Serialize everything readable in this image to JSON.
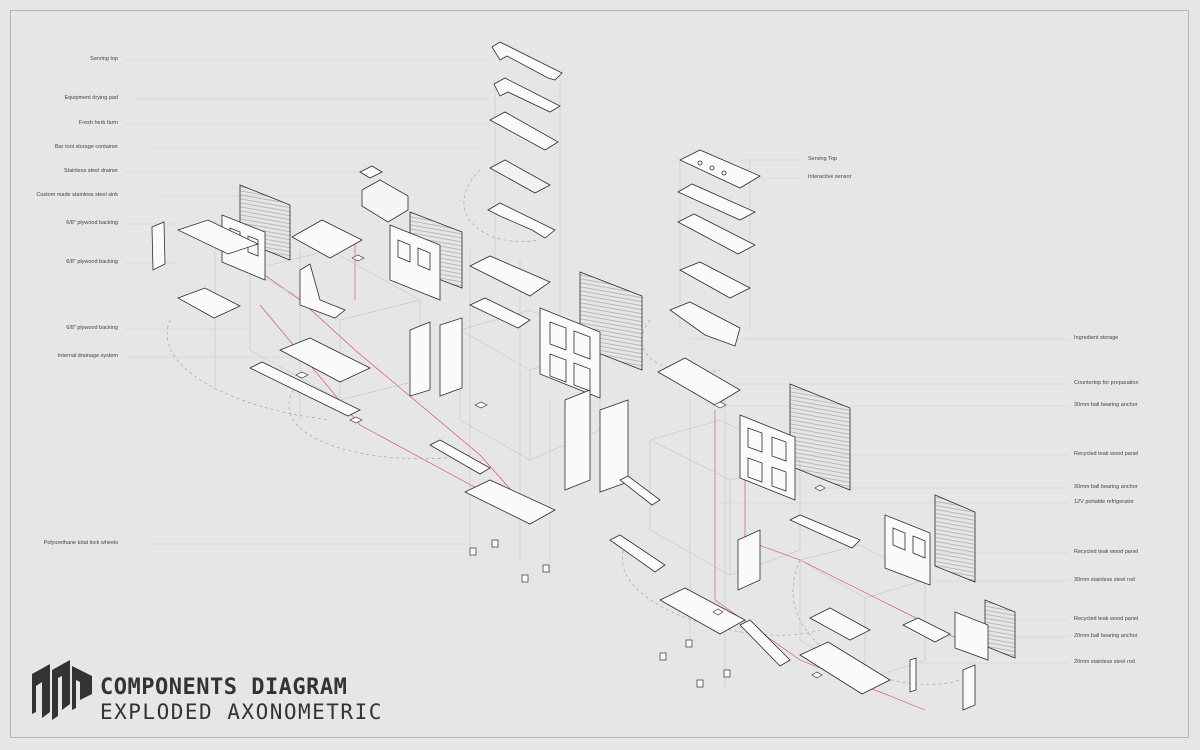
{
  "labels_left": [
    "Serving top",
    "Equipment drying pad",
    "Fresh herb farm",
    "Bar tool storage container",
    "Stainless steel drainer",
    "Custom made stainless steel sink",
    "6/8\" plywood backing",
    "6/8\" plywood backing",
    "6/8\" plywood backing",
    "Internal drainage system",
    "Polyurethane total lock wheels"
  ],
  "labels_mid": [
    "Serving Top",
    "Interactive sensor"
  ],
  "labels_right": [
    "Ingredient storage",
    "Countertop for preparation",
    "30mm ball bearing anchor",
    "Recycled teak wood panel",
    "30mm ball bearing anchor",
    "12V portable refrigerator",
    "Recycled teak wood panel",
    "30mm stainless steel rod",
    "Recycled teak wood panel",
    "20mm ball bearing anchor",
    "20mm stainless steel rod"
  ],
  "title": {
    "line1": "COMPONENTS DIAGRAM",
    "line2": "EXPLODED AXONOMETRIC"
  },
  "colors": {
    "background": "#e6e6e6",
    "linework": "#2f2f2f",
    "leader_lines": "#c9c9c9",
    "alignment_lines": "#d94a4a"
  }
}
